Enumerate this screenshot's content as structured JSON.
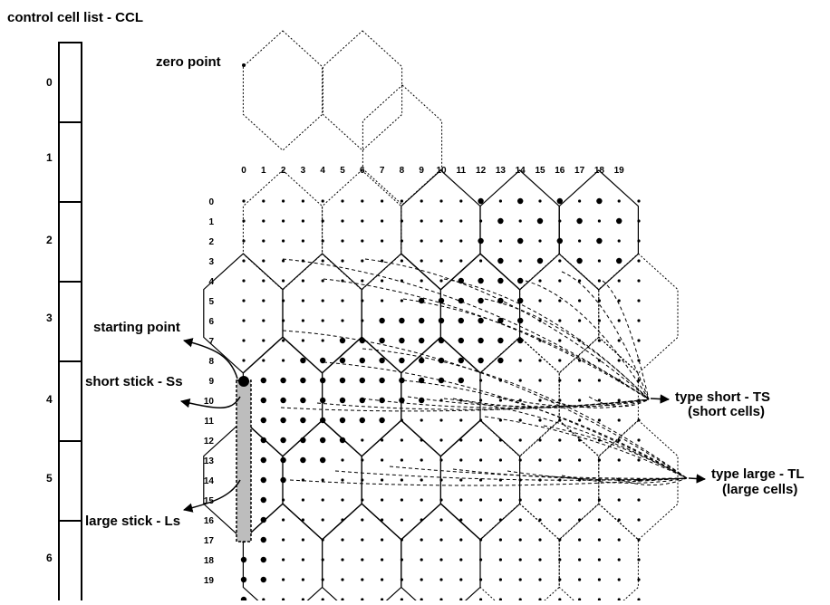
{
  "title": "control cell list - CCL",
  "ccl": [
    "0",
    "1",
    "2",
    "3",
    "4",
    "5",
    "6"
  ],
  "col_labels": [
    "0",
    "1",
    "2",
    "3",
    "4",
    "5",
    "6",
    "7",
    "8",
    "9",
    "10",
    "11",
    "12",
    "13",
    "14",
    "15",
    "16",
    "17",
    "18",
    "19"
  ],
  "row_labels": [
    "0",
    "1",
    "2",
    "3",
    "4",
    "5",
    "6",
    "7",
    "8",
    "9",
    "10",
    "11",
    "12",
    "13",
    "14",
    "15",
    "16",
    "17",
    "18",
    "19"
  ],
  "labels": {
    "zero_point": "zero point",
    "starting_point": "starting point",
    "short_stick": "short stick - Ss",
    "large_stick": "large stick - Ls",
    "type_short_1": "type short - TS",
    "type_short_2": "(short cells)",
    "type_large_1": "type large - TL",
    "type_large_2": "(large cells)"
  }
}
